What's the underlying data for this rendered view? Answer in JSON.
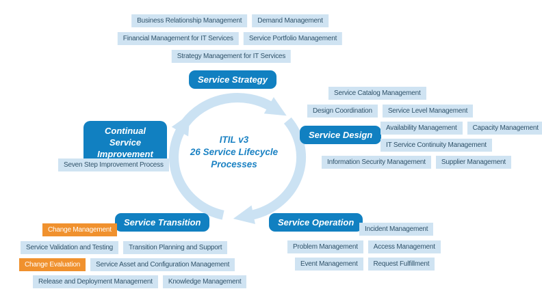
{
  "colors": {
    "background": "#ffffff",
    "phase_title_bg": "#1180c1",
    "phase_title_text": "#ffffff",
    "process_bg": "#cfe3f2",
    "process_text": "#2f5269",
    "highlight_bg": "#f0912e",
    "highlight_text": "#ffffff",
    "arrow": "#cbe2f3",
    "center_text": "#1b82c3"
  },
  "center": {
    "line1": "ITIL v3",
    "line2": "26 Service Lifecycle Processes"
  },
  "phases": [
    {
      "id": "service-strategy",
      "title": "Service Strategy",
      "processes": [
        {
          "label": "Business Relationship Management",
          "highlight": false
        },
        {
          "label": "Demand Management",
          "highlight": false
        },
        {
          "label": "Financial Management for IT Services",
          "highlight": false
        },
        {
          "label": "Service Portfolio Management",
          "highlight": false
        },
        {
          "label": "Strategy Management for IT Services",
          "highlight": false
        }
      ]
    },
    {
      "id": "service-design",
      "title": "Service Design",
      "processes": [
        {
          "label": "Service Catalog Management",
          "highlight": false
        },
        {
          "label": "Design Coordination",
          "highlight": false
        },
        {
          "label": "Service Level Management",
          "highlight": false
        },
        {
          "label": "Availability Management",
          "highlight": false
        },
        {
          "label": "Capacity Management",
          "highlight": false
        },
        {
          "label": "IT Service Continuity Management",
          "highlight": false
        },
        {
          "label": "Information Security Management",
          "highlight": false
        },
        {
          "label": "Supplier Management",
          "highlight": false
        }
      ]
    },
    {
      "id": "service-transition",
      "title": "Service Transition",
      "processes": [
        {
          "label": "Change Management",
          "highlight": true
        },
        {
          "label": "Service Validation and Testing",
          "highlight": false
        },
        {
          "label": "Transition Planning and Support",
          "highlight": false
        },
        {
          "label": "Change Evaluation",
          "highlight": true
        },
        {
          "label": "Service Asset and Configuration Management",
          "highlight": false
        },
        {
          "label": "Release and Deployment Management",
          "highlight": false
        },
        {
          "label": "Knowledge Management",
          "highlight": false
        }
      ]
    },
    {
      "id": "service-operation",
      "title": "Service Operation",
      "processes": [
        {
          "label": "Incident Management",
          "highlight": false
        },
        {
          "label": "Problem Management",
          "highlight": false
        },
        {
          "label": "Access Management",
          "highlight": false
        },
        {
          "label": "Event Management",
          "highlight": false
        },
        {
          "label": "Request Fulfillment",
          "highlight": false
        }
      ]
    },
    {
      "id": "continual-service-improvement",
      "title": "Continual Service Improvement",
      "processes": [
        {
          "label": "Seven Step Improvement Process",
          "highlight": false
        }
      ]
    }
  ]
}
